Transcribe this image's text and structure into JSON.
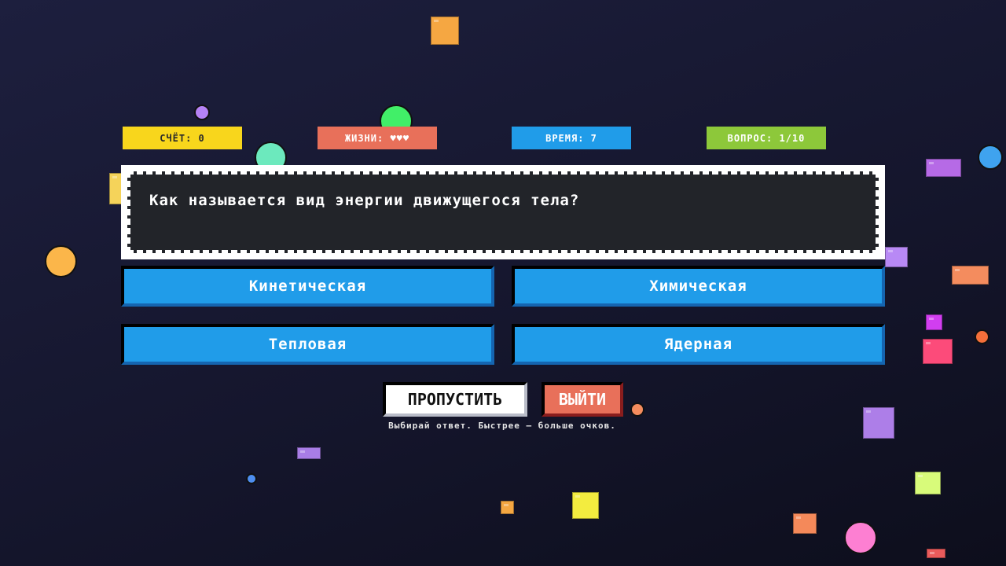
{
  "hud": {
    "score": "СЧЁТ: 0",
    "lives": "ЖИЗНИ: ♥♥♥",
    "time": "ВРЕМЯ: 7",
    "question": "ВОПРОС: 1/10"
  },
  "question_text": "Как называется вид энергии движущегося тела?",
  "answers": [
    "Кинетическая",
    "Химическая",
    "Тепловая",
    "Ядерная"
  ],
  "buttons": {
    "skip": "ПРОПУСТИТЬ",
    "exit": "ВЫЙТИ"
  },
  "hint": "Выбирай ответ. Быстрее — больше очков.",
  "colors": {
    "score": "#f8d61c",
    "lives": "#e8705a",
    "time": "#209ce9",
    "question": "#8dc83a",
    "answer": "#209ce9"
  }
}
